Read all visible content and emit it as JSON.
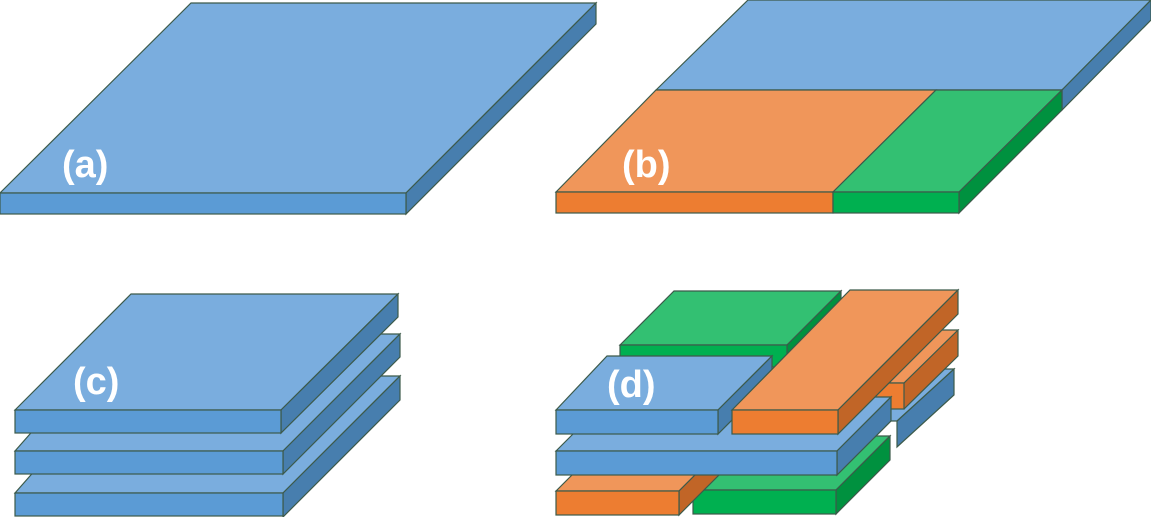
{
  "panels": {
    "a": {
      "label": "(a)"
    },
    "b": {
      "label": "(b)"
    },
    "c": {
      "label": "(c)"
    },
    "d": {
      "label": "(d)"
    }
  },
  "colors": {
    "blue_top": "#7aadde",
    "blue_front": "#5b9bd5",
    "blue_side": "#477eae",
    "orange_top": "#f0965a",
    "orange_front": "#ed7d31",
    "orange_side": "#c16527",
    "green_top": "#33c072",
    "green_front": "#00b050",
    "green_side": "#00913f",
    "edge": "#3c5a4a"
  }
}
